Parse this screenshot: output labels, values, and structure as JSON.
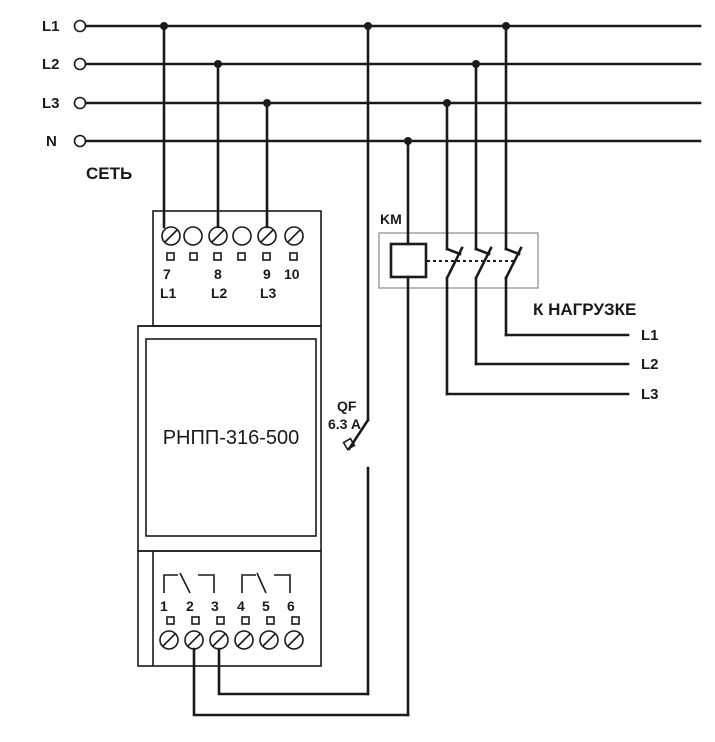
{
  "supply": {
    "title": "СЕТЬ",
    "lines": [
      "L1",
      "L2",
      "L3",
      "N"
    ]
  },
  "device": {
    "model": "РНПП-316-500",
    "top_terminals": [
      {
        "num": "7",
        "phase": "L1"
      },
      {
        "num": "8",
        "phase": "L2"
      },
      {
        "num": "9",
        "phase": "L3"
      },
      {
        "num": "10",
        "phase": ""
      }
    ],
    "bottom_terminals": [
      "1",
      "2",
      "3",
      "4",
      "5",
      "6"
    ]
  },
  "breaker": {
    "name": "QF",
    "rating": "6.3 A"
  },
  "contactor": {
    "name": "KM"
  },
  "load": {
    "title": "К НАГРУЗКЕ",
    "lines": [
      "L1",
      "L2",
      "L3"
    ]
  }
}
